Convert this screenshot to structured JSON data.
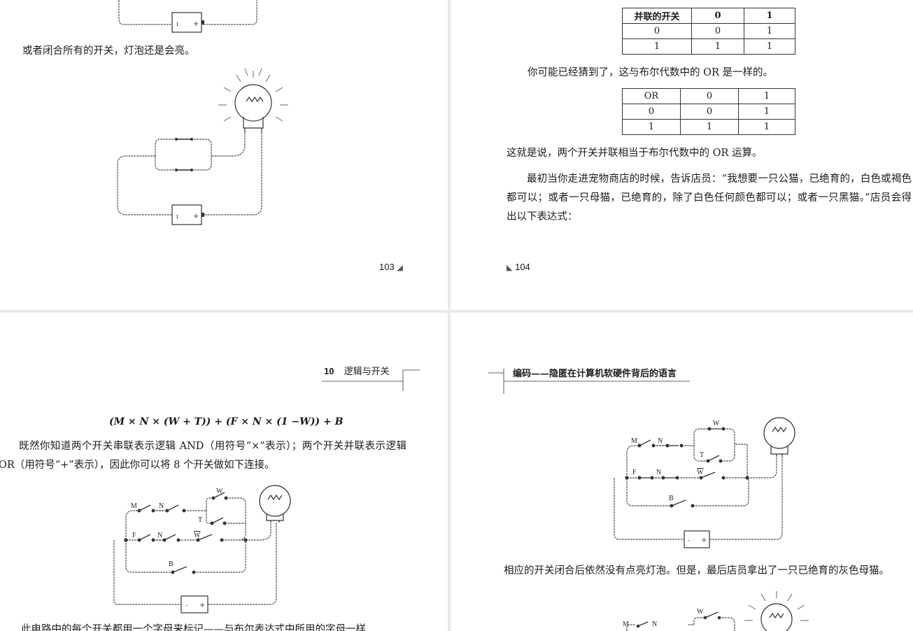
{
  "pages": {
    "p103": {
      "text": "或者闭合所有的开关，灯泡还是会亮。",
      "page_number": "103"
    },
    "p104": {
      "table1": {
        "header": [
          "并联的开关",
          "0",
          "1"
        ],
        "rows": [
          [
            "0",
            "0",
            "1"
          ],
          [
            "1",
            "1",
            "1"
          ]
        ]
      },
      "text1": "你可能已经猜到了，这与布尔代数中的 OR 是一样的。",
      "table2": {
        "header": [
          "OR",
          "0",
          "1"
        ],
        "rows": [
          [
            "0",
            "0",
            "1"
          ],
          [
            "1",
            "1",
            "1"
          ]
        ]
      },
      "text2": "这就是说，两个开关并联相当于布尔代数中的 OR 运算。",
      "text3": "最初当你走进宠物商店的时候，告诉店员：“我想要一只公猫，已绝育的，白色或褐色都可以；或者一只母猫，已绝育的，除了白色任何颜色都可以；或者一只黑猫。”店员会得出以下表达式：",
      "page_number": "104"
    },
    "pA": {
      "chapter_number": "10",
      "chapter_title": "逻辑与开关",
      "formula": "(M × N × (W + T)) + (F × N × (1 −W)) + B",
      "paragraph": "既然你知道两个开关串联表示逻辑 AND（用符号“×”表示）；两个开关并联表示逻辑 OR（用符号“+”表示），因此你可以将 8 个开关做如下连接。",
      "bottom_text": "此电路中的每个开关都用一个字母来标记——与布尔表达式中所用的字母一样"
    },
    "pB": {
      "running_head": "编码——隐匿在计算机软硬件背后的语言",
      "text": "相应的开关闭合后依然没有点亮灯泡。但是，最后店员拿出了一只已绝育的灰色母猫。"
    }
  },
  "circuit_labels": {
    "m": "M",
    "n": "N",
    "w": "W",
    "t": "T",
    "f": "F",
    "w_bar": "W",
    "b": "B",
    "battery_minus": "-",
    "battery_plus": "+"
  }
}
